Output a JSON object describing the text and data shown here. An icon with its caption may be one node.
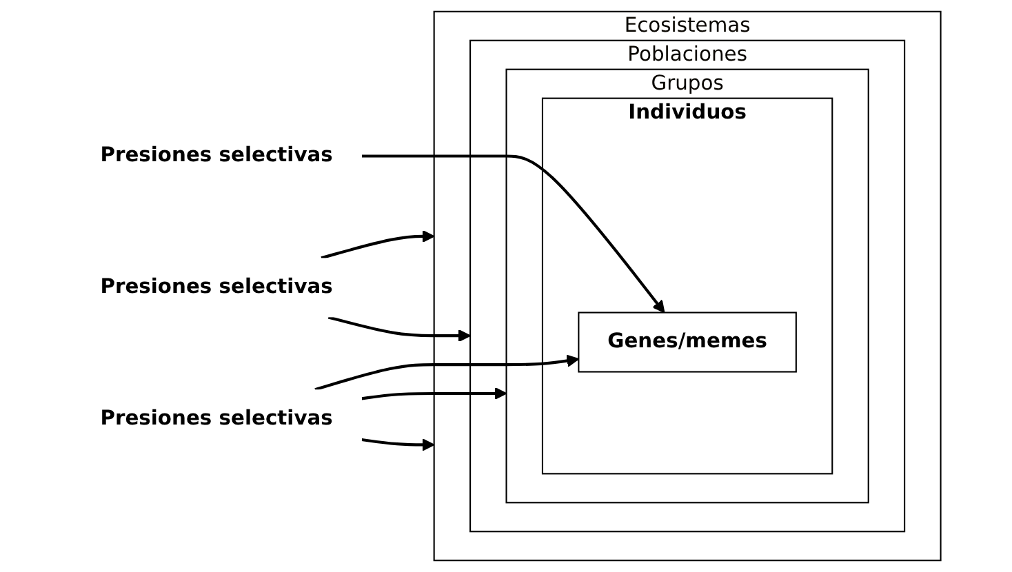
{
  "diagram": {
    "nodes": [
      {
        "text": [
          "Presiones selectivas"
        ]
      },
      {
        "text": [
          "Ecosistemas"
        ]
      },
      {
        "text": [
          "Poblaciones"
        ],
        "in": 1
      },
      {
        "text": [
          "Grupos"
        ],
        "in": 2
      },
      {
        "text": [
          "Individuos"
        ],
        "in": 3
      },
      {
        "text": [
          "Genes/memes"
        ],
        "in": 4
      },
      {
        "text": [
          "Presiones selectivas"
        ]
      },
      {
        "text": [
          "Presiones selectivas"
        ]
      }
    ],
    "edges": [
      {
        "from": 0,
        "to": 1,
        "arrow": "to"
      },
      {
        "from": 0,
        "to": 2,
        "arrow": "to"
      },
      {
        "from": 6,
        "to": 5,
        "arrow": "to"
      },
      {
        "from": 7,
        "to": 5,
        "arrow": "to"
      },
      {
        "from": 7,
        "to": 3,
        "arrow": "to"
      },
      {
        "from": 7,
        "to": 1,
        "arrow": "to"
      }
    ]
  }
}
